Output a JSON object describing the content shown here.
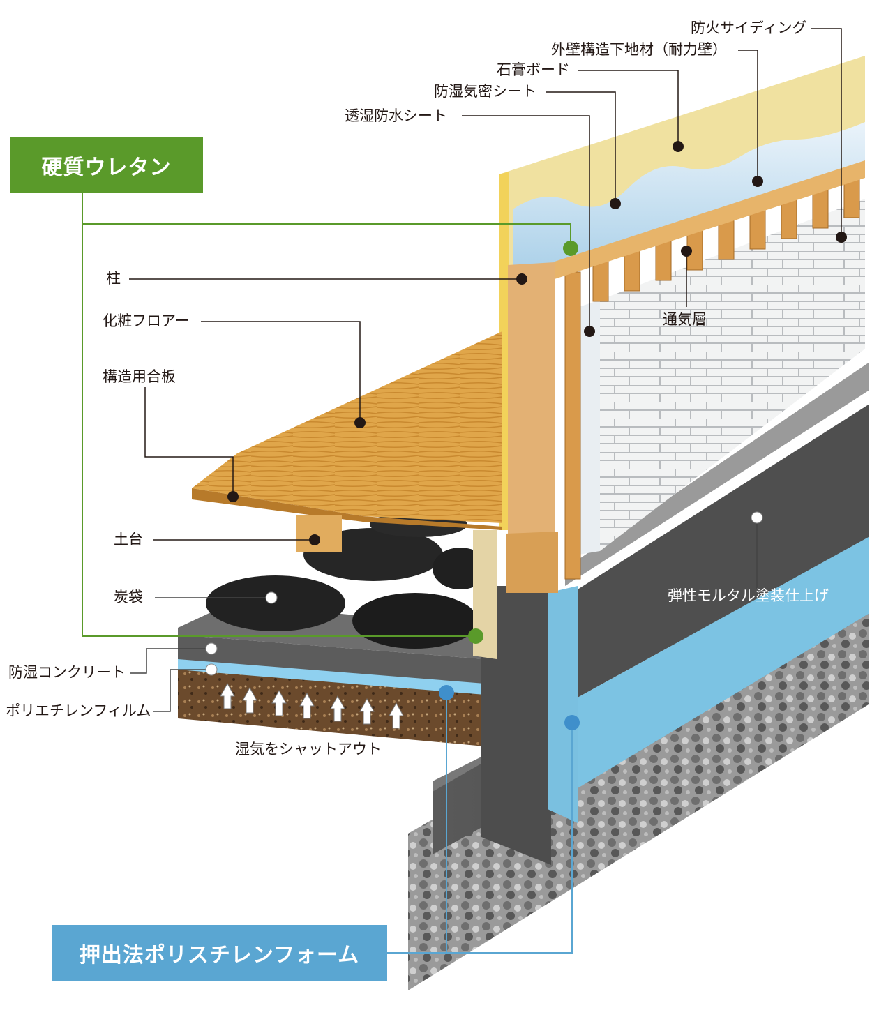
{
  "labels": {
    "fire_siding": "防火サイディング",
    "exterior_structural_board": "外壁構造下地材（耐力壁）",
    "gypsum_board": "石膏ボード",
    "vapor_barrier_sheet": "防湿気密シート",
    "breathable_waterproof_sheet": "透湿防水シート",
    "column": "柱",
    "decorative_flooring": "化粧フロアー",
    "structural_plywood": "構造用合板",
    "sill": "土台",
    "charcoal_bag": "炭袋",
    "moisture_proof_concrete": "防湿コンクリート",
    "polyethylene_film": "ポリエチレンフィルム",
    "moisture_shutout": "湿気をシャットアウト",
    "ventilation_layer": "通気層",
    "elastic_mortar_finish": "弾性モルタル塗装仕上げ"
  },
  "callouts": {
    "rigid_urethane": "硬質ウレタン",
    "extruded_polystyrene_foam": "押出法ポリスチレンフォーム"
  },
  "colors": {
    "urethane_green": "#5a9a2a",
    "polystyrene_blue": "#5aa6d2",
    "leader_line": "#231815"
  }
}
